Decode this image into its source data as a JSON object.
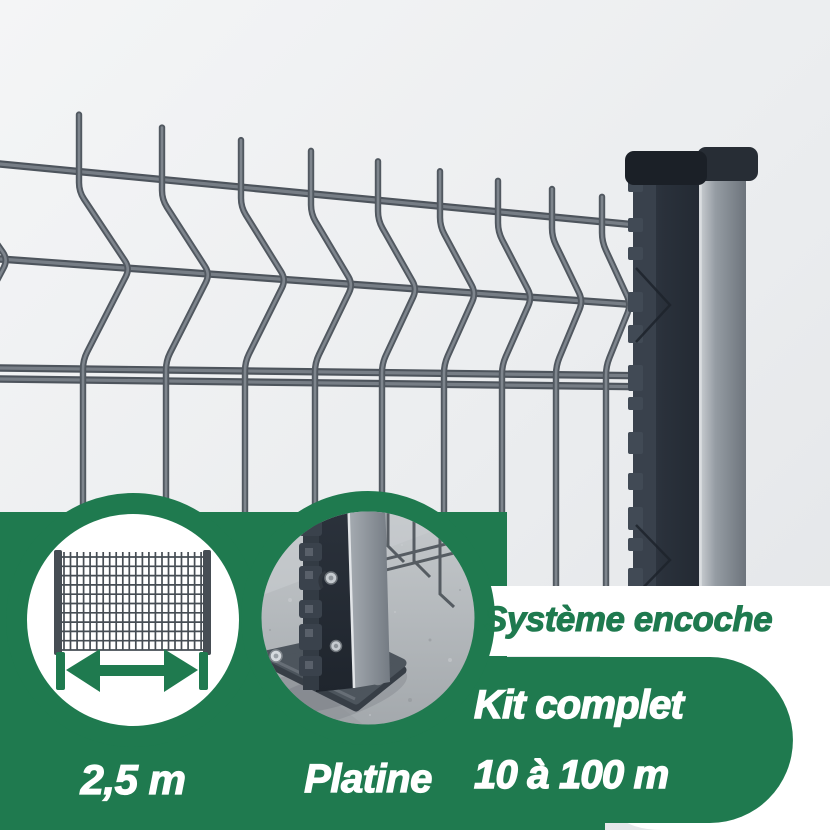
{
  "badges": [
    {
      "id": "panel-width",
      "icon": "fence-panel-width-icon",
      "arrow_icon": "width-arrow-icon",
      "label": "2,5 m"
    },
    {
      "id": "base-plate",
      "icon": "post-base-plate-photo",
      "label": "Platine"
    }
  ],
  "features": {
    "notch_system": "Système encoche",
    "kit": "Kit complet",
    "length_range": "10 à 100 m"
  },
  "colors": {
    "accent_green": "#1f7a4f",
    "background_light": "#eef0f2",
    "band_white": "#ffffff",
    "wire_gray": "#515860",
    "post_anthracite": "#2a313b",
    "concrete_gray": "#b4b8bb",
    "text_white": "#ffffff"
  }
}
